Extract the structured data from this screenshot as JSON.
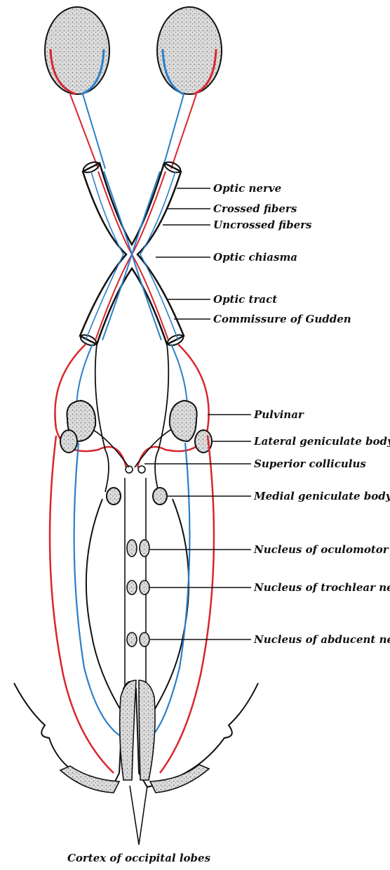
{
  "labels": {
    "optic_nerve": "Optic nerve",
    "crossed_fibers": "Crossed fibers",
    "uncrossed_fibers": "Uncrossed fibers",
    "optic_chiasma": "Optic chiasma",
    "optic_tract": "Optic tract",
    "commissure_gudden": "Commissure of Gudden",
    "pulvinar": "Pulvinar",
    "lateral_geniculate": "Lateral geniculate body",
    "superior_colliculus": "Superior colliculus",
    "medial_geniculate": "Medial geniculate body",
    "nucleus_oculomotor": "Nucleus of oculomotor nerve",
    "nucleus_trochlear": "Nucleus of trochlear nerve",
    "nucleus_abducent": "Nucleus of abducent nerve",
    "cortex_occipital": "Cortex of occipital lobes"
  },
  "colors": {
    "crossed": "#d8262e",
    "uncrossed": "#2b7fc8",
    "outline": "#111111",
    "stipple": "#9a9a9a"
  }
}
